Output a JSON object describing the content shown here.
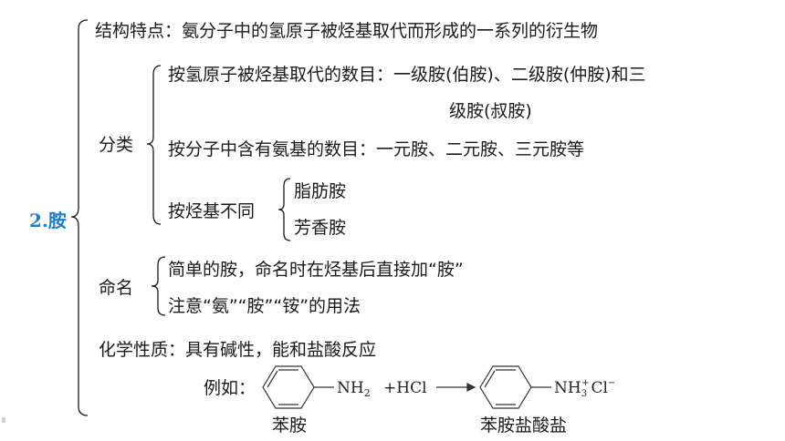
{
  "title": "2.胺",
  "structure": "结构特点：氨分子中的氢原子被烃基取代而形成的一系列的衍生物",
  "classification": {
    "label": "分类",
    "by_substitution_line1": "按氢原子被烃基取代的数目：一级胺(伯胺)、二级胺(仲胺)和三",
    "by_substitution_line2": "级胺(叔胺)",
    "by_amino_count": "按分子中含有氨基的数目：一元胺、二元胺、三元胺等",
    "by_hydrocarbon": {
      "label": "按烃基不同",
      "items": [
        "脂肪胺",
        "芳香胺"
      ]
    }
  },
  "naming": {
    "label": "命名",
    "rule": "简单的胺，命名时在烃基后直接加“胺”",
    "note": "注意“氨”“胺”“铵”的用法"
  },
  "chemical_property": "化学性质：具有碱性，能和盐酸反应",
  "example": {
    "label": "例如：",
    "reactant_group": "NH",
    "reactant_sub": "2",
    "reagent": "+HCl",
    "product_group": "NH",
    "product_sub": "3",
    "product_sup": "+",
    "product_anion": "Cl",
    "product_anion_sup": "−",
    "reactant_name": "苯胺",
    "product_name": "苯胺盐酸盐"
  }
}
